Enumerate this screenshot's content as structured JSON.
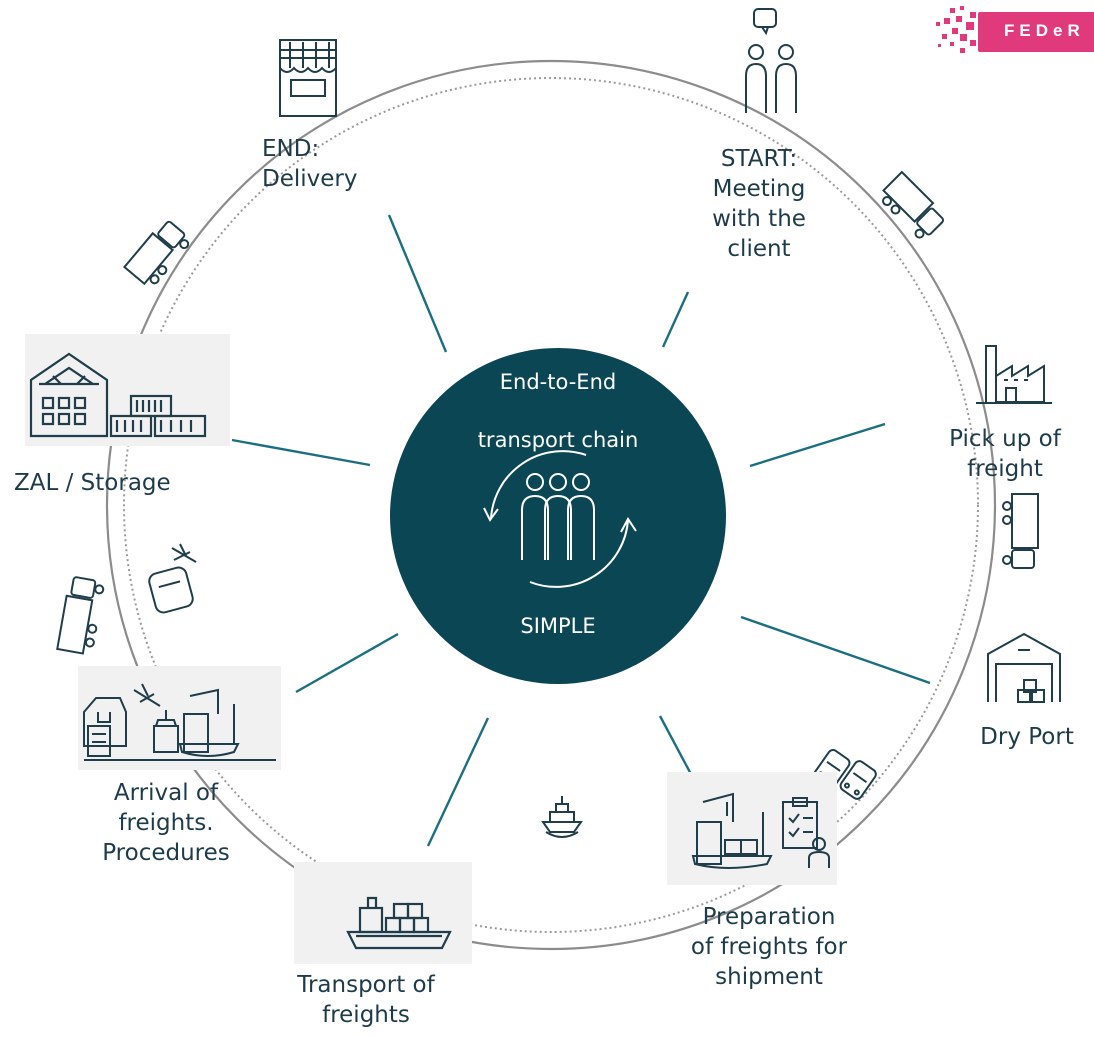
{
  "center": {
    "line1": "End-to-End",
    "line2": "transport chain",
    "line3": "SIMPLE"
  },
  "steps": {
    "end_delivery": [
      "END:",
      "Delivery"
    ],
    "start_meeting": [
      "START:",
      "Meeting",
      "with the",
      "client"
    ],
    "pickup": [
      "Pick up of",
      "freight"
    ],
    "dry_port": [
      "Dry Port"
    ],
    "preparation": [
      "Preparation",
      "of freights for",
      "shipment"
    ],
    "transport": [
      "Transport of",
      "freights"
    ],
    "arrival": [
      "Arrival of",
      "freights.",
      "Procedures"
    ],
    "zal": [
      "ZAL / Storage"
    ]
  },
  "logo": {
    "text": "FEDeR"
  },
  "colors": {
    "center_fill": "#0b4655",
    "spoke": "#1c6f80",
    "icon": "#1f3d4a",
    "ring": "#8c8c8c",
    "logo": "#e03a7d",
    "image_bg": "#f1f1f1"
  }
}
